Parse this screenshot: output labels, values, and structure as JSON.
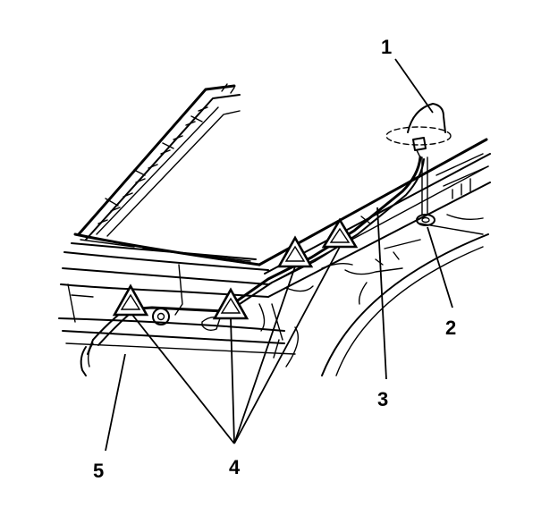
{
  "diagram": {
    "callouts": [
      {
        "id": "1",
        "text": "1",
        "part": "antenna-base"
      },
      {
        "id": "2",
        "text": "2",
        "part": "antenna-nut"
      },
      {
        "id": "3",
        "text": "3",
        "part": "antenna-cable"
      },
      {
        "id": "4",
        "text": "4",
        "part": "cable-retainer-clips"
      },
      {
        "id": "5",
        "text": "5",
        "part": "cable-routing-end"
      }
    ]
  }
}
